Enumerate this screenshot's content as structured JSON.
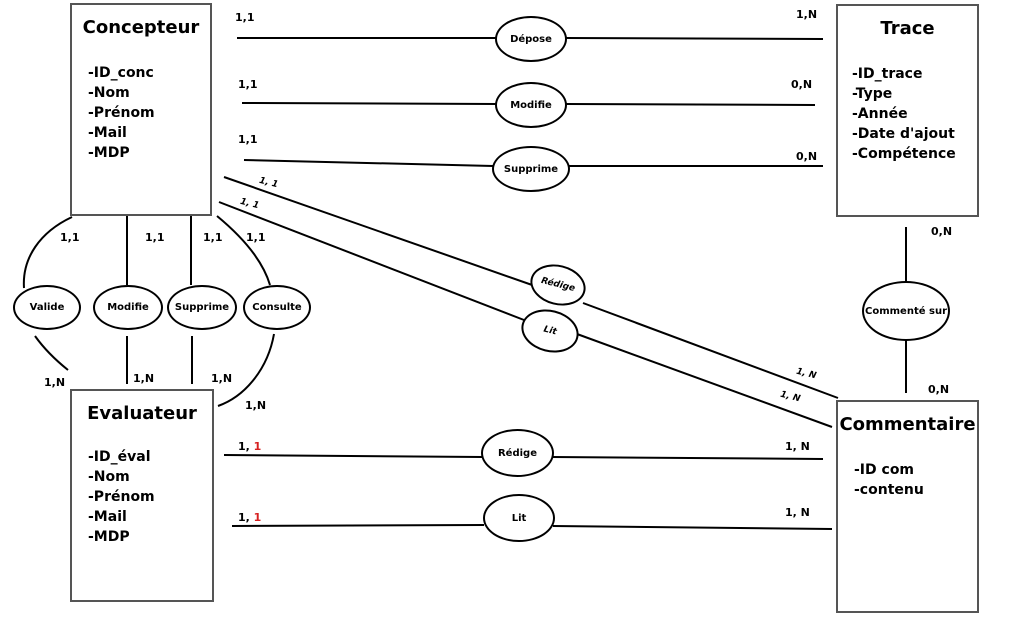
{
  "entities": {
    "concepteur": {
      "name": "Concepteur",
      "attributes": [
        "-ID_conc",
        "-Nom",
        "-Prénom",
        "-Mail",
        "-MDP"
      ]
    },
    "trace": {
      "name": "Trace",
      "attributes": [
        "-ID_trace",
        "-Type",
        "-Année",
        "-Date d'ajout",
        "-Compétence"
      ]
    },
    "evaluateur": {
      "name": "Evaluateur",
      "attributes": [
        "-ID_éval",
        "-Nom",
        "-Prénom",
        "-Mail",
        "-MDP"
      ]
    },
    "commentaire": {
      "name": "Commentaire",
      "attributes": [
        "-ID com",
        "-contenu"
      ]
    }
  },
  "relations": {
    "depose": "Dépose",
    "modifie_trace": "Modifie",
    "supprime_trace": "Supprime",
    "redige_diag": "Rédige",
    "lit_diag": "Lit",
    "commente_sur": "Commenté sur",
    "valide": "Valide",
    "modifie_eval": "Modifie",
    "supprime_eval": "Supprime",
    "consulte": "Consulte",
    "redige_eval": "Rédige",
    "lit_eval": "Lit"
  },
  "cardinalities": {
    "depose_conc": "1,1",
    "depose_trace": "1,N",
    "modifie_conc": "1,1",
    "modifie_trace": "0,N",
    "supprime_conc": "1,1",
    "supprime_trace": "0,N",
    "redige_conc": "1, 1",
    "lit_conc": "1, 1",
    "redige_com": "1, N",
    "lit_com": "1, N",
    "trace_comment": "0,N",
    "com_comment": "0,N",
    "valide_conc": "1,1",
    "modifie_conc2": "1,1",
    "supprime_conc2": "1,1",
    "consulte_conc": "1,1",
    "valide_eval": "1,N",
    "modifie_eval": "1,N",
    "supprime_eval": "1,N",
    "consulte_eval": "1,N",
    "redige_eval_prefix": "1, ",
    "redige_eval_red": "1",
    "lit_eval_prefix": "1, ",
    "lit_eval_red": "1",
    "redige_com2": "1, N",
    "lit_com2": "1, N"
  },
  "colors": {
    "highlight": "#d62020",
    "line": "#000000",
    "entity_border": "#555555"
  }
}
